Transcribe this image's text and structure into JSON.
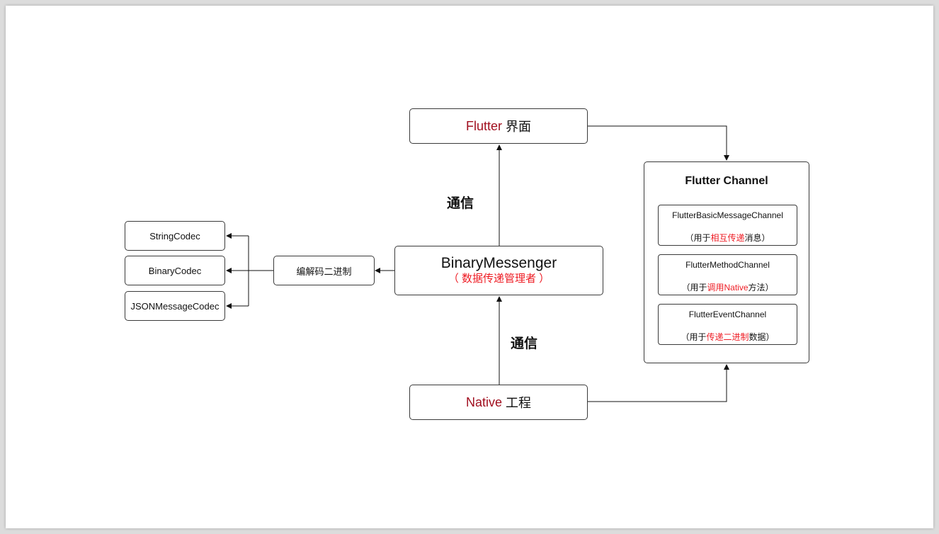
{
  "colors": {
    "accent_dark_red": "#a10f1f",
    "accent_red": "#ee1c24",
    "border": "#3a3a3a",
    "text": "#111111"
  },
  "flutter_ui": {
    "keyword": "Flutter",
    "suffix": " 界面"
  },
  "native_project": {
    "keyword": "Native",
    "suffix": " 工程"
  },
  "communication": {
    "upper": "通信",
    "lower": "通信"
  },
  "binary_messenger": {
    "title": "BinaryMessenger",
    "paren_open": "（ ",
    "subtitle": "数据传递管理者",
    "paren_close": " ）"
  },
  "codec_hub": {
    "label": "编解码二进制"
  },
  "codecs": [
    "StringCodec",
    "BinaryCodec",
    "JSONMessageCodec"
  ],
  "flutter_channel": {
    "title": "Flutter Channel",
    "channels": [
      {
        "name": "FlutterBasicMessageChannel",
        "prefix": "（用于",
        "highlight": "相互传递",
        "suffix": "消息）"
      },
      {
        "name": "FlutterMethodChannel",
        "prefix": "（用于",
        "highlight": "调用Native",
        "suffix": "方法）"
      },
      {
        "name": "FlutterEventChannel",
        "prefix": "（用于",
        "highlight": "传递二进制",
        "suffix": "数据）"
      }
    ]
  }
}
